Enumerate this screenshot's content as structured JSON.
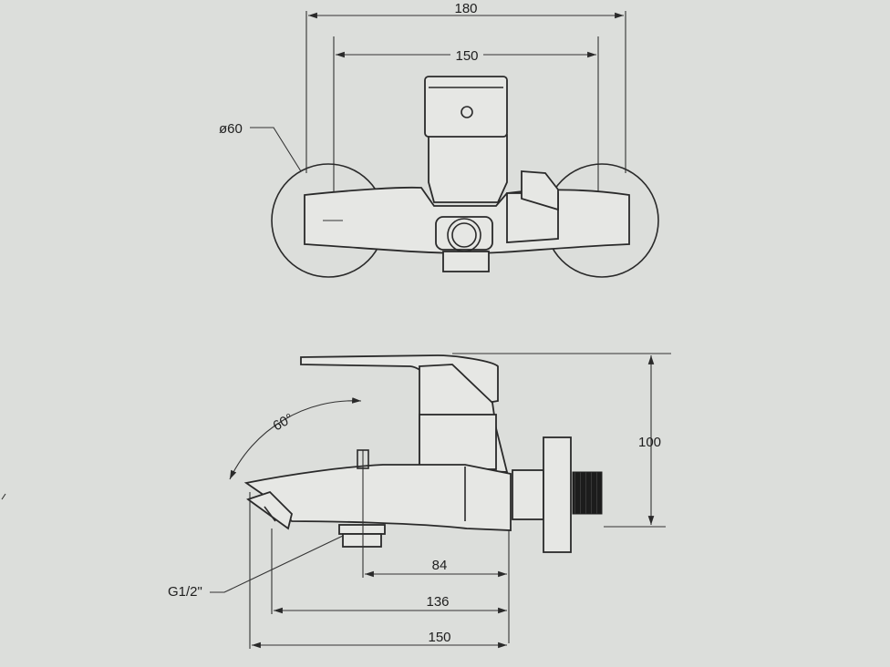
{
  "drawing": {
    "top_view": {
      "overall_width": "180",
      "centers_distance": "150",
      "flange_diameter": "ø60"
    },
    "side_view": {
      "height": "100",
      "rotation_angle": "60°",
      "thread": "G1/2\"",
      "dim_84": "84",
      "dim_136": "136",
      "dim_150": "150"
    }
  }
}
